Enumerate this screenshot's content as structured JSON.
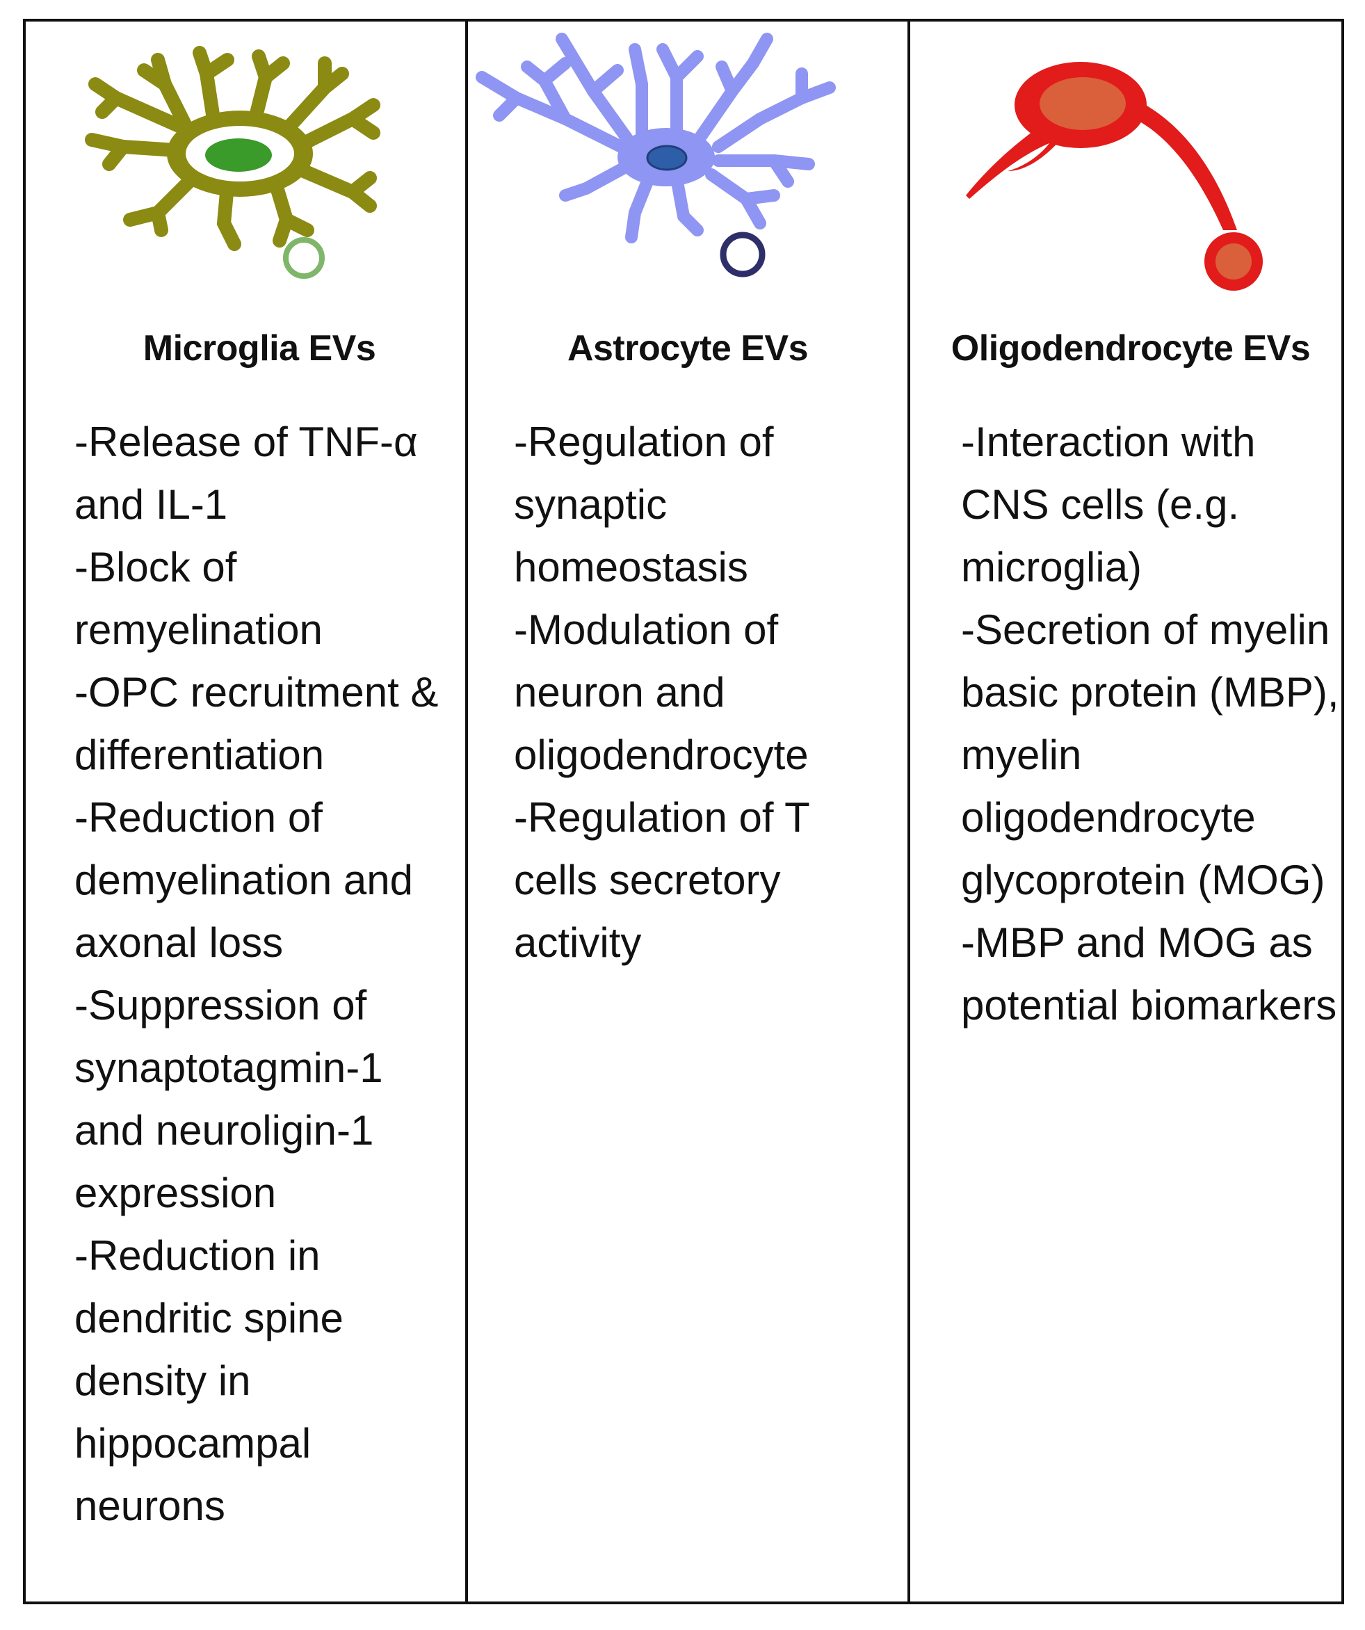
{
  "columns": [
    {
      "id": "microglia",
      "heading": "Microglia EVs",
      "cell_icon": "microglia-cell-icon",
      "vesicle_icon": "vesicle-green-icon",
      "colors": {
        "cell": "#8b8a12",
        "nucleus": "#3a9a2a",
        "vesicle": "#7fb66a"
      },
      "items": [
        "-Release  of TNF-α and IL-1",
        "-Block  of remyelination",
        "-OPC recruitment   & differentiation",
        "-Reduction  of demyelination and axonal loss",
        "-Suppression  of synaptotagmin-1 and neuroligin-1 expression",
        "-Reduction  in dendritic spine density in hippocampal neurons"
      ]
    },
    {
      "id": "astrocyte",
      "heading": "Astrocyte EVs",
      "cell_icon": "astrocyte-cell-icon",
      "vesicle_icon": "vesicle-navy-icon",
      "colors": {
        "cell": "#8f95f2",
        "nucleus": "#2f5ea8",
        "vesicle": "#2e2e6a"
      },
      "items": [
        "-Regulation  of synaptic homeostasis",
        "-Modulation  of neuron and oligodendrocyte",
        "-Regulation  of T cells secretory activity"
      ]
    },
    {
      "id": "oligodendrocyte",
      "heading": "Oligodendrocyte EVs",
      "cell_icon": "oligodendrocyte-cell-icon",
      "vesicle_icon": "vesicle-red-icon",
      "colors": {
        "cell": "#e21b1b",
        "nucleus": "#d9603a",
        "vesicle": "#e21b1b"
      },
      "items": [
        "-Interaction with CNS cells (e.g. microglia)",
        "-Secretion  of myelin basic protein (MBP), myelin oligodendrocyte glycoprotein (MOG)",
        "-MBP and MOG as potential biomarkers"
      ]
    }
  ]
}
